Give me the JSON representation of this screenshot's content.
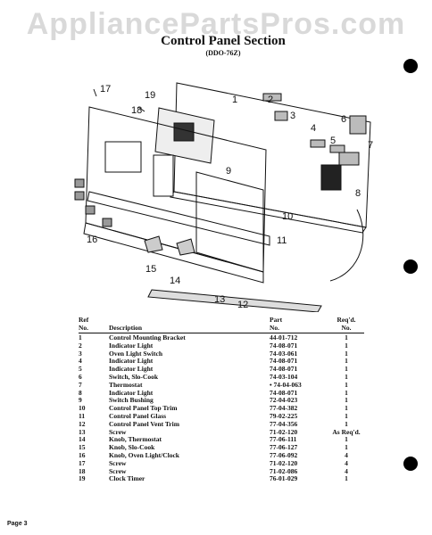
{
  "watermark": "AppliancePartsPros.com",
  "title": "Control Panel Section",
  "subtitle": "(DDO-76Z)",
  "callouts": [
    "1",
    "2",
    "3",
    "4",
    "5",
    "6",
    "7",
    "8",
    "9",
    "10",
    "11",
    "12",
    "13",
    "14",
    "15",
    "16",
    "17",
    "18",
    "19"
  ],
  "table": {
    "headers": {
      "ref": "Ref\nNo.",
      "description": "Description",
      "part": "Part\nNo.",
      "reqd": "Req'd.\nNo."
    },
    "rows": [
      {
        "ref": "1",
        "description": "Control Mounting Bracket",
        "part": "44-01-712",
        "qty": "1"
      },
      {
        "ref": "2",
        "description": "Indicator Light",
        "part": "74-08-071",
        "qty": "1"
      },
      {
        "ref": "3",
        "description": "Oven Light Switch",
        "part": "74-03-061",
        "qty": "1"
      },
      {
        "ref": "4",
        "description": "Indicator Light",
        "part": "74-08-071",
        "qty": "1"
      },
      {
        "ref": "5",
        "description": "Indicator Light",
        "part": "74-08-071",
        "qty": "1"
      },
      {
        "ref": "6",
        "description": "Switch, Slo-Cook",
        "part": "74-03-104",
        "qty": "1"
      },
      {
        "ref": "7",
        "description": "Thermostat",
        "part": "• 74-04-063",
        "qty": "1"
      },
      {
        "ref": "8",
        "description": "Indicator Light",
        "part": "74-08-071",
        "qty": "1"
      },
      {
        "ref": "9",
        "description": "Switch Bushing",
        "part": "72-04-023",
        "qty": "1"
      },
      {
        "ref": "10",
        "description": "Control Panel Top Trim",
        "part": "77-04-382",
        "qty": "1"
      },
      {
        "ref": "11",
        "description": "Control Panel Glass",
        "part": "79-02-225",
        "qty": "1"
      },
      {
        "ref": "12",
        "description": "Control Panel Vent Trim",
        "part": "77-04-356",
        "qty": "1"
      },
      {
        "ref": "13",
        "description": "Screw",
        "part": "71-02-120",
        "qty": "As Req'd."
      },
      {
        "ref": "14",
        "description": "Knob, Thermostat",
        "part": "77-06-111",
        "qty": "1"
      },
      {
        "ref": "15",
        "description": "Knob, Slo-Cook",
        "part": "77-06-127",
        "qty": "1"
      },
      {
        "ref": "16",
        "description": "Knob, Oven Light/Clock",
        "part": "77-06-092",
        "qty": "4"
      },
      {
        "ref": "17",
        "description": "Screw",
        "part": "71-02-120",
        "qty": "4"
      },
      {
        "ref": "18",
        "description": "Screw",
        "part": "71-02-086",
        "qty": "4"
      },
      {
        "ref": "19",
        "description": "Clock Timer",
        "part": "76-01-029",
        "qty": "1"
      }
    ]
  },
  "footer": "Page 3"
}
